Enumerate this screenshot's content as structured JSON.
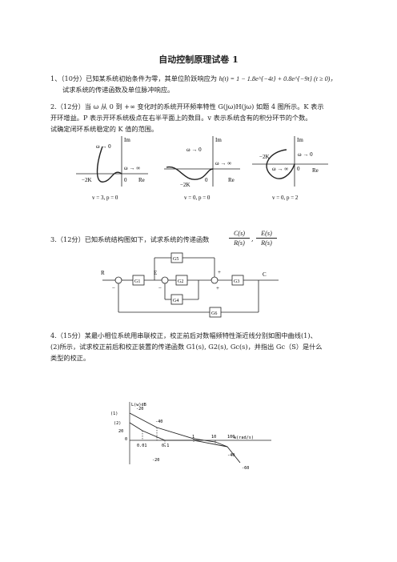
{
  "title": "自动控制原理试卷 1",
  "q1": {
    "line1": "1、（10分）已知某系统初始条件为零，其单位阶跃响应为",
    "formula": "h(t) = 1 − 1.8e^{−4t} + 0.8e^{−9t} (t ≥ 0)，",
    "line2": "试求系统的传递函数及单位脉冲响应。"
  },
  "q2": {
    "line1": "2.（12分）当 ω 从 0 到 +∞ 变化时的系统开环频率特性 G(jω)H(jω) 如题 4 图所示。K 表示",
    "line2": "开环增益。P 表示开环系统极点在右半平面上的数目。v 表示系统含有的积分环节的个数。",
    "line3": "试确定闭环系统稳定的 K 值的范围。",
    "plots": [
      {
        "im": "Im",
        "re": "Re",
        "w0": "ω → 0",
        "winf": "ω → ∞",
        "k": "−2K",
        "zero": "0",
        "caption": "v = 3, p = 0"
      },
      {
        "im": "Im",
        "re": "Re",
        "w0": "ω → 0",
        "winf": "ω → ∞",
        "k": "−2K",
        "zero": "0",
        "caption": "v = 0, p = 0"
      },
      {
        "im": "Im",
        "re": "Re",
        "w0": "ω → 0",
        "winf": "ω → ∞",
        "k": "−2K",
        "zero": "0",
        "caption": "v = 0, p = 2"
      }
    ]
  },
  "q3": {
    "line1": "3.（12分）已知系统结构图如下，试求系统的传递函数",
    "frac1_num": "C(s)",
    "frac1_den": "R(s)",
    "frac2_num": "E(s)",
    "frac2_den": "R(s)",
    "diagram": {
      "R": "R",
      "E": "E",
      "C": "C",
      "G1": "G1",
      "G2": "G2",
      "G3": "G3",
      "G4": "G4",
      "G5": "G5",
      "G6": "G6",
      "plus": "+",
      "minus": "−"
    }
  },
  "q4": {
    "line1": "4.（15分）某最小相位系统用串联校正，校正前后对数幅频特性渐近线分别如图中曲线(1)、",
    "line2": "(2)所示，试求校正前后和校正装置的传递函数 G1(s), G2(s), Gc(s)，并指出 Gc（S）是什么",
    "line3": "类型的校正。",
    "bode": {
      "ylabel": "L(w)dB",
      "xlabel": "w(rad/s)",
      "curve1": "(1)",
      "curve2": "(2)",
      "ticks": [
        "0.01",
        "0.1",
        "1",
        "10",
        "100"
      ],
      "origin": "0",
      "slopes": [
        "-20",
        "-40",
        "-20",
        "-40",
        "-60"
      ],
      "level": "20"
    }
  }
}
